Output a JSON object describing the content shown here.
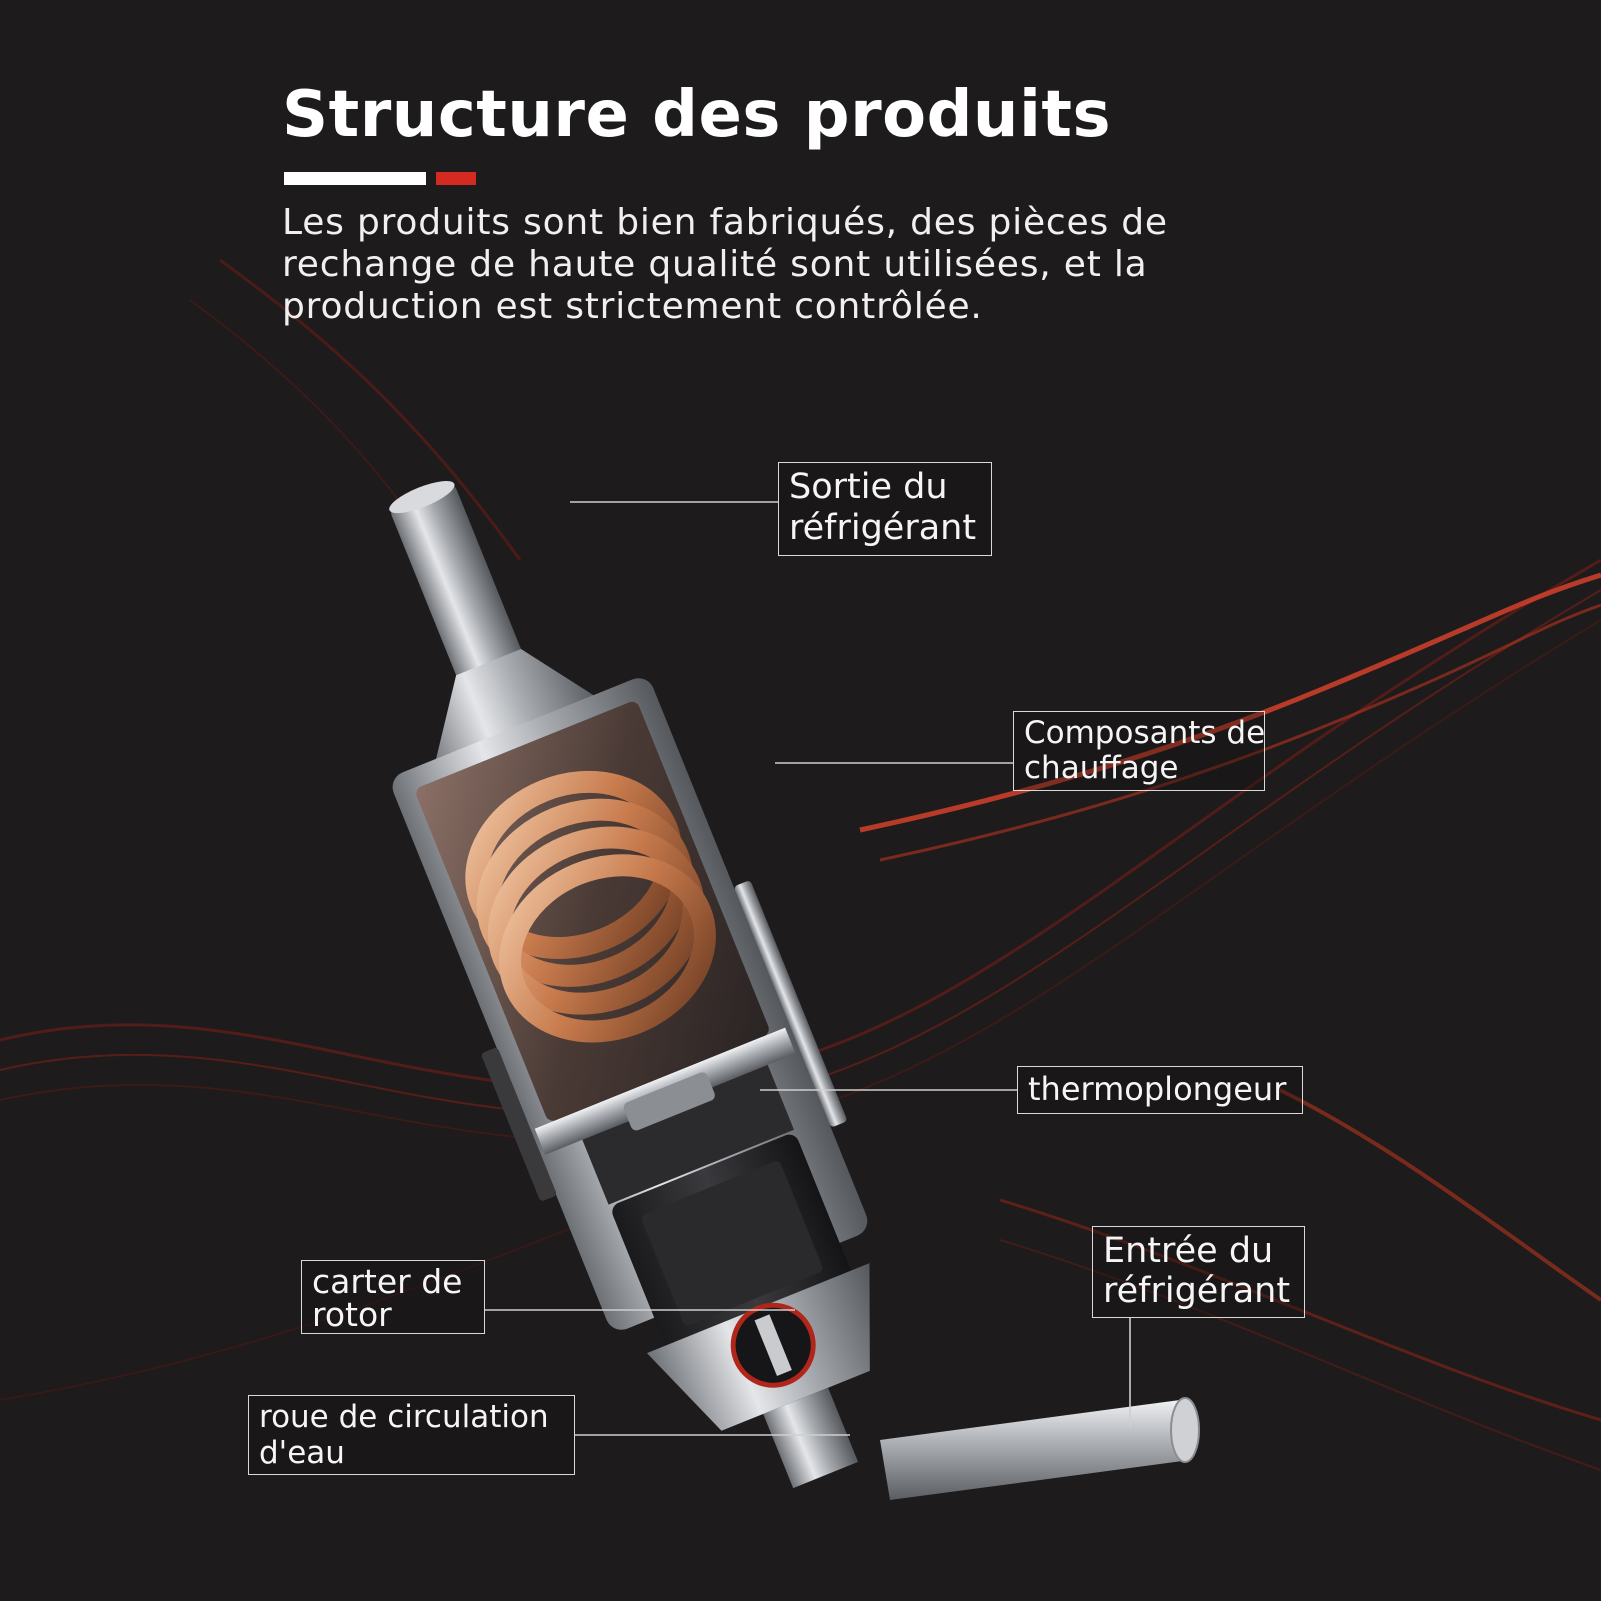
{
  "heading": {
    "title": "Structure des produits",
    "description": "Les produits sont bien fabriqués, des pièces de rechange de haute qualité sont utilisées, et la production est strictement contrôlée."
  },
  "colors": {
    "background": "#1d1b1b",
    "accent_red": "#d42a22",
    "copper": "#c77a4c",
    "steel": "#b9bcc0",
    "label_border": "#d9d9d9"
  },
  "labels": {
    "outlet": {
      "line1": "Sortie du",
      "line2": "réfrigérant"
    },
    "heating": {
      "line1": "Composants de",
      "line2": "chauffage"
    },
    "immersion": {
      "line1": "thermoplongeur"
    },
    "inlet": {
      "line1": "Entrée du",
      "line2": "réfrigérant"
    },
    "rotor": {
      "line1": "carter de",
      "line2": "rotor"
    },
    "wheel": {
      "line1": "roue de circulation",
      "line2": "d'eau"
    }
  }
}
